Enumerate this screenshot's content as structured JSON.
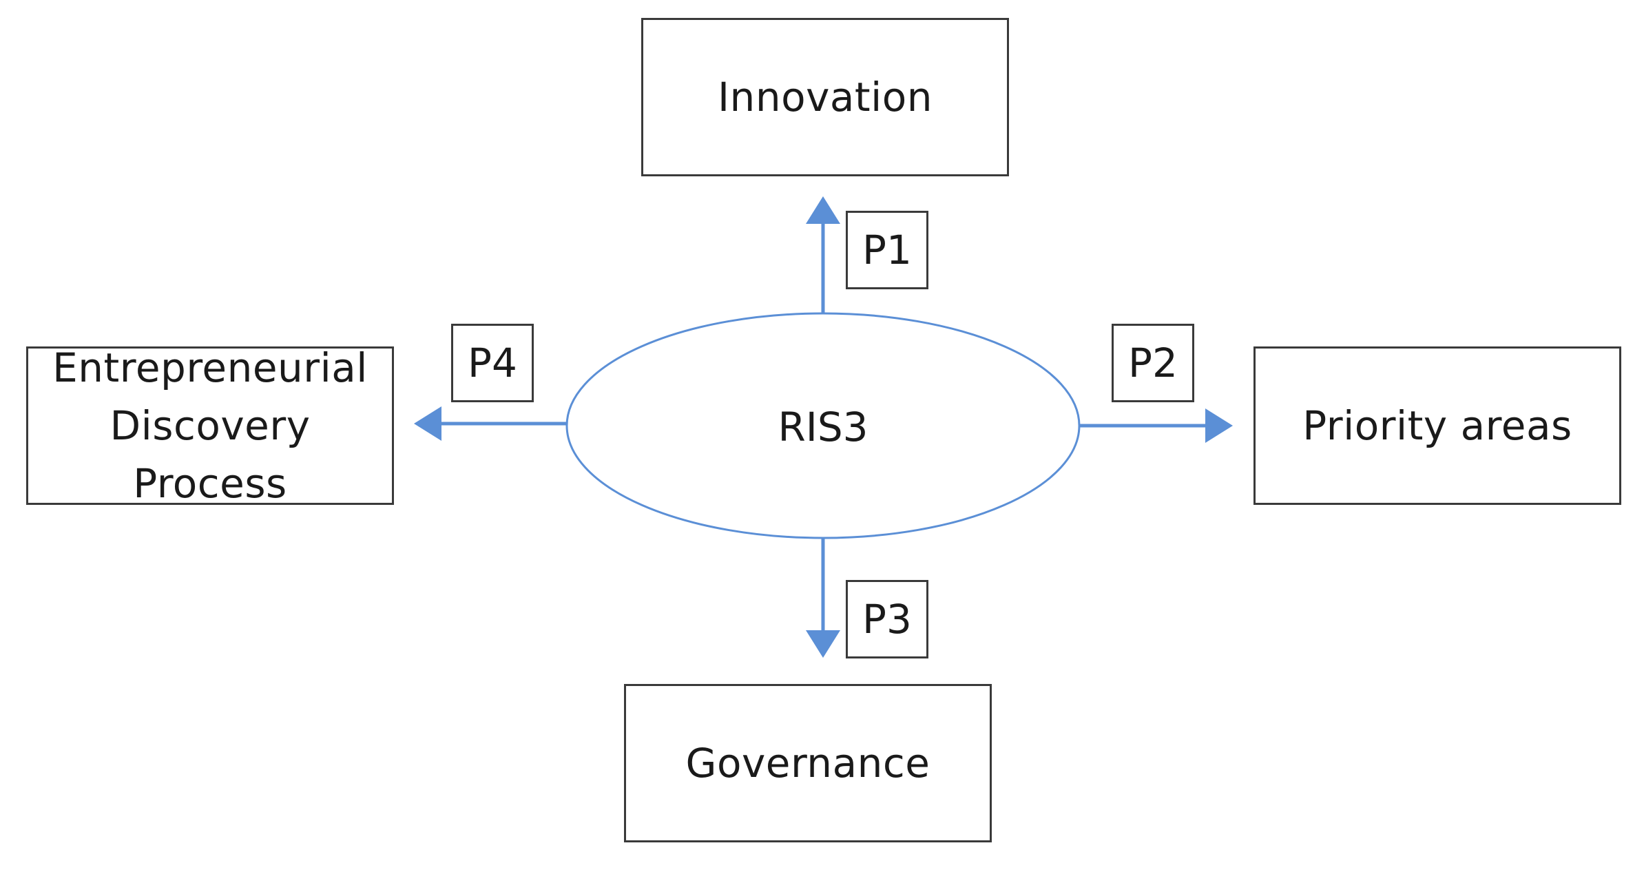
{
  "diagram": {
    "center": {
      "label": "RIS3"
    },
    "nodes": {
      "innovation": "Innovation",
      "priority_areas": "Priority areas",
      "governance": "Governance",
      "edp_line1": "Entrepreneurial",
      "edp_line2": "Discovery Process"
    },
    "propositions": {
      "p1": "P1",
      "p2": "P2",
      "p3": "P3",
      "p4": "P4"
    },
    "colors": {
      "arrow": "#5b8fd6",
      "ellipse_stroke": "#5b8fd6",
      "box_border": "#3a3a3a",
      "text": "#1a1a1a",
      "background": "#ffffff"
    }
  }
}
